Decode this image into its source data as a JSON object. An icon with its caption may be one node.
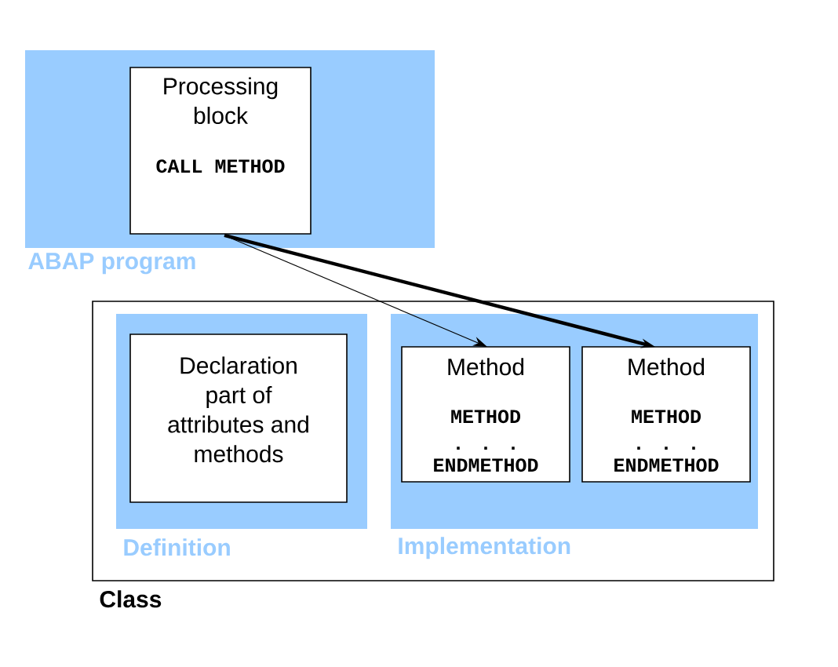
{
  "diagram": {
    "nodes": [
      {
        "text": [
          "ABAP program"
        ]
      },
      {
        "text": [
          "Processing block",
          "CALL METHOD"
        ],
        "in": 0
      },
      {
        "text": [
          "Class"
        ]
      },
      {
        "text": [
          "Definition"
        ],
        "in": 2
      },
      {
        "text": [
          "Declaration part of attributes and methods"
        ],
        "in": 3
      },
      {
        "text": [
          "Implementation"
        ],
        "in": 2
      },
      {
        "text": [
          "Method",
          "METHOD",
          ". . .",
          "ENDMETHOD"
        ],
        "in": 5
      },
      {
        "text": [
          "Method",
          "METHOD",
          ". . .",
          "ENDMETHOD"
        ],
        "in": 5
      }
    ],
    "edges": [
      {
        "from": 1,
        "to": 6,
        "arrow": "to"
      },
      {
        "from": 1,
        "to": 7,
        "arrow": "to",
        "style": "thick"
      }
    ]
  }
}
